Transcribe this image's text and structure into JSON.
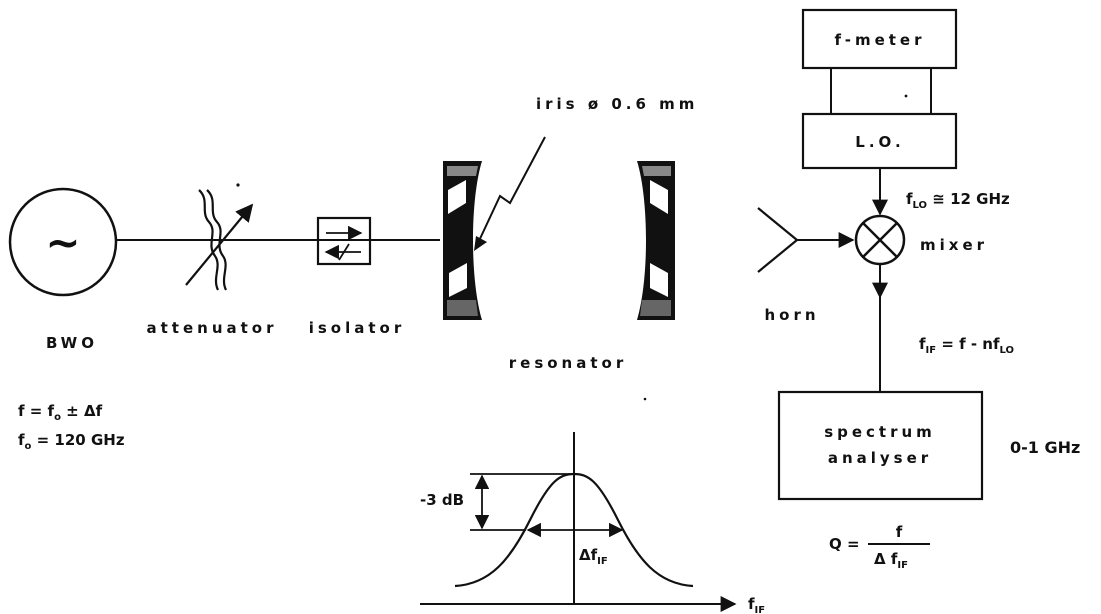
{
  "labels": {
    "bwo": "BWO",
    "bwo_symbol": "~",
    "attenuator": "attenuator",
    "isolator": "isolator",
    "resonator": "resonator",
    "iris": "iris ø 0.6 mm",
    "horn": "horn",
    "mixer": "mixer",
    "f_meter": "f-meter",
    "lo": "L.O.",
    "spectrum_line1": "spectrum",
    "spectrum_line2": "analyser",
    "range": "0-1 GHz"
  },
  "equations": {
    "f_main": "f = f",
    "f_sub": "o",
    "f_tail": " ± Δf",
    "f0_main": "f",
    "f0_sub": "o",
    "f0_tail": " = 120 GHz",
    "flo_main": "f",
    "flo_sub": "LO",
    "flo_tail": " ≅ 12 GHz",
    "fif_main": "f",
    "fif_sub": "IF",
    "fif_mid": " = f - nf",
    "fif_sub2": "LO",
    "q_lhs": "Q =",
    "q_num": "f",
    "q_den_main": "Δ f",
    "q_den_sub": "IF"
  },
  "curve": {
    "minus3db": "-3 dB",
    "delta_main": "Δf",
    "delta_sub": "IF",
    "axis_main": "f",
    "axis_sub": "IF"
  }
}
